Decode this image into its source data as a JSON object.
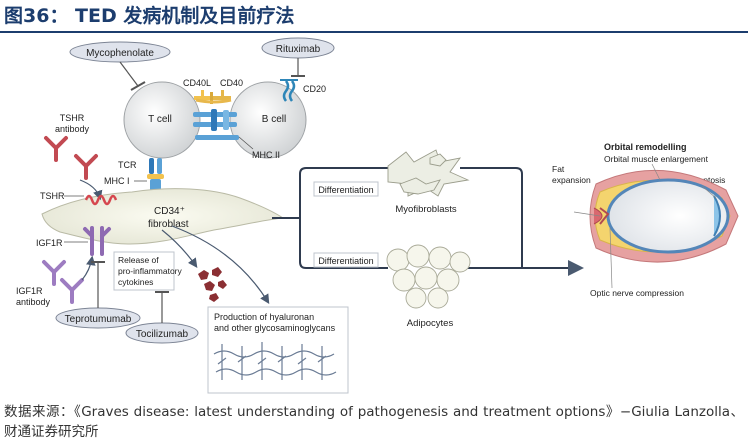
{
  "header": {
    "title": "图36：  TED 发病机制及目前疗法"
  },
  "source": {
    "text": "数据来源：《Graves disease: latest understanding of pathogenesis and treatment options》−Giulia Lanzolla、财通证券研究所"
  },
  "diagram": {
    "drugs": {
      "mycophenolate": "Mycophenolate",
      "rituximab": "Rituximab",
      "teprotumumab": "Teprotumumab",
      "tocilizumab": "Tocilizumab"
    },
    "cells": {
      "t_cell": "T cell",
      "b_cell": "B cell",
      "fibroblast_line1": "CD34⁺",
      "fibroblast_line2": "fibroblast"
    },
    "molecules": {
      "cd40l": "CD40L",
      "cd40": "CD40",
      "cd20": "CD20",
      "tcr": "TCR",
      "mhc1": "MHC I",
      "mhc2": "MHC II",
      "tshr": "TSHR",
      "igf1r": "IGF1R",
      "tshr_antibody_line1": "TSHR",
      "tshr_antibody_line2": "antibody",
      "igf1r_antibody_line1": "IGF1R",
      "igf1r_antibody_line2": "antibody"
    },
    "processes": {
      "differentiation_top": "Differentiation",
      "differentiation_bottom": "Differentiation",
      "cytokine_line1": "Release of",
      "cytokine_line2": "pro-inflammatory",
      "cytokine_line3": "cytokines",
      "hyaluronan_line1": "Production of hyaluronan",
      "hyaluronan_line2": "and other glycosaminoglycans"
    },
    "outcomes": {
      "myofibroblasts": "Myofibroblasts",
      "adipocytes": "Adipocytes"
    },
    "orbit": {
      "title": "Orbital remodelling",
      "muscle": "Orbital muscle enlargement",
      "fat_line1": "Fat",
      "fat_line2": "expansion",
      "proptosis": "Proptosis",
      "optic": "Optic nerve compression"
    }
  }
}
